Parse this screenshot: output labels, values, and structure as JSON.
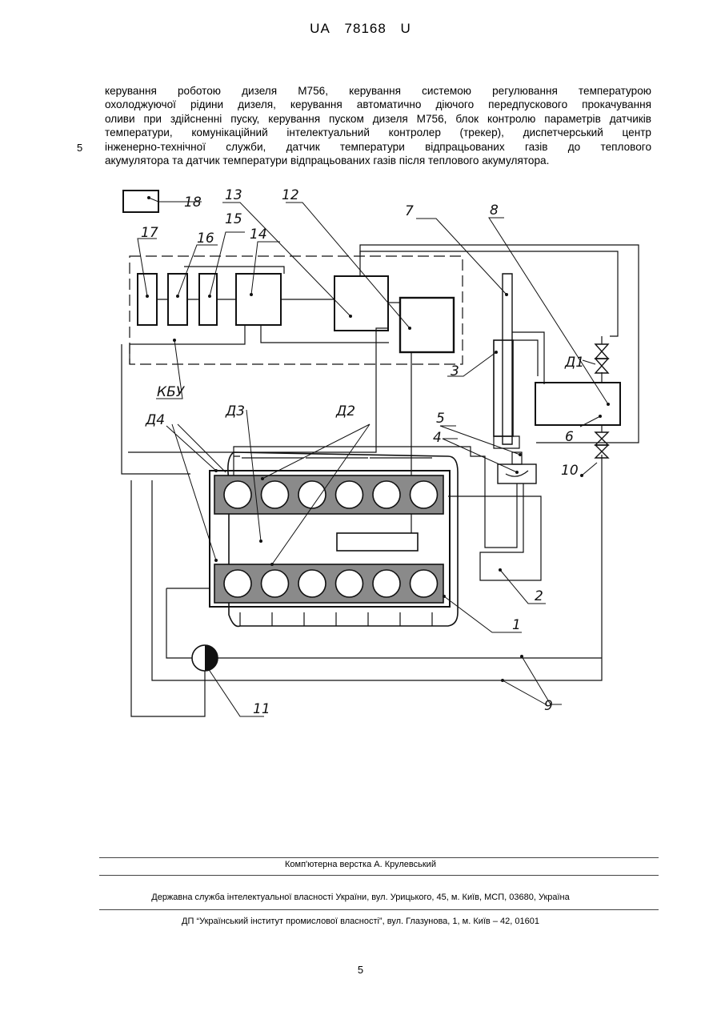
{
  "header": {
    "doc_country": "UA",
    "doc_number": "78168",
    "doc_kind": "U"
  },
  "body_lines": [
    "керування роботою дизеля М756, керування системою регулювання температурою",
    "охолоджуючої рідини дизеля, керування автоматично діючого передпускового прокачування",
    "оливи при здійсненні пуску, керування пуском дизеля М756, блок контролю параметрів датчиків",
    "температури, комунікаційний інтелектуальний контролер (трекер), диспетчерський центр",
    "інженерно-технічної служби, датчик температури відпрацьованих газів до теплового",
    "акумулятора та датчик температури відпрацьованих газів після теплового акумулятора."
  ],
  "line_number": "5",
  "diagram": {
    "labels": {
      "n1": "1",
      "n2": "2",
      "n3": "3",
      "n4": "4",
      "n5": "5",
      "n6": "6",
      "n7": "7",
      "n8": "8",
      "n9": "9",
      "n10": "10",
      "n11": "11",
      "n12": "12",
      "n13": "13",
      "n14": "14",
      "n15": "15",
      "n16": "16",
      "n17": "17",
      "n18": "18",
      "d1": "Д1",
      "d2": "Д2",
      "d3": "Д3",
      "d4": "Д4",
      "kbu": "КБУ"
    },
    "cylinders_per_bank": 6,
    "bank_fill_color": "#8a8a8a"
  },
  "footer": {
    "layout_credit": "Комп'ютерна верстка А. Крулевський",
    "agency": "Державна служба інтелектуальної власності України, вул. Урицького, 45, м. Київ, МСП, 03680, Україна",
    "institute": "ДП “Український інститут промислової власності”, вул. Глазунова, 1, м. Київ – 42, 01601"
  },
  "page_number": "5"
}
